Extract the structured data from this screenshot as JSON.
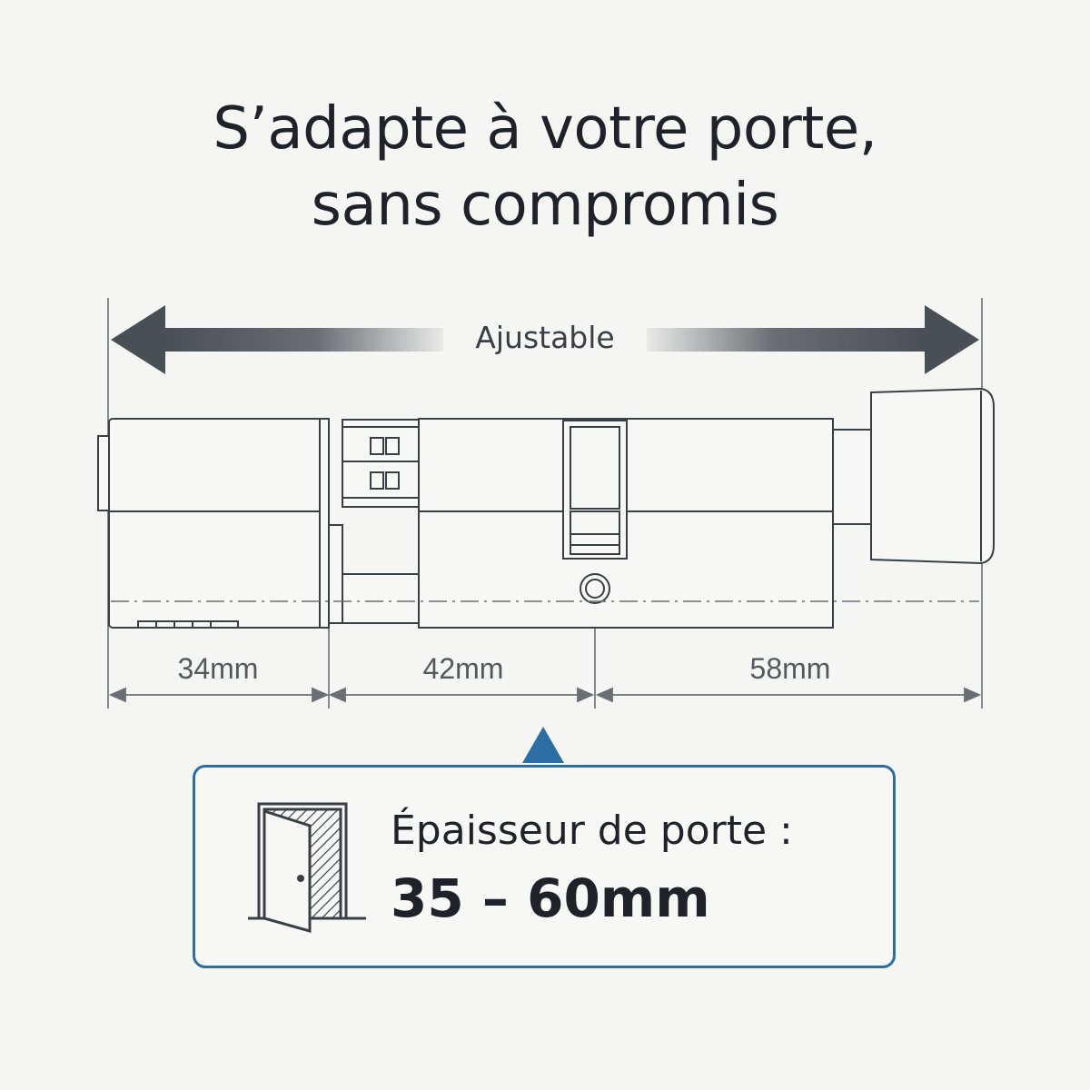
{
  "headline": {
    "line1": "S’adapte à votre porte,",
    "line2": "sans compromis"
  },
  "diagram": {
    "adjustable_label": "Ajustable",
    "dimensions": [
      "34mm",
      "42mm",
      "58mm"
    ]
  },
  "info_box": {
    "title": "Épaisseur de porte :",
    "value": "35 – 60mm",
    "icon": "door-icon"
  },
  "colors": {
    "background": "#f5f5f4",
    "text": "#1f2329",
    "accent_blue": "#2c6da3",
    "arrow_gray": "#4a4f55"
  }
}
